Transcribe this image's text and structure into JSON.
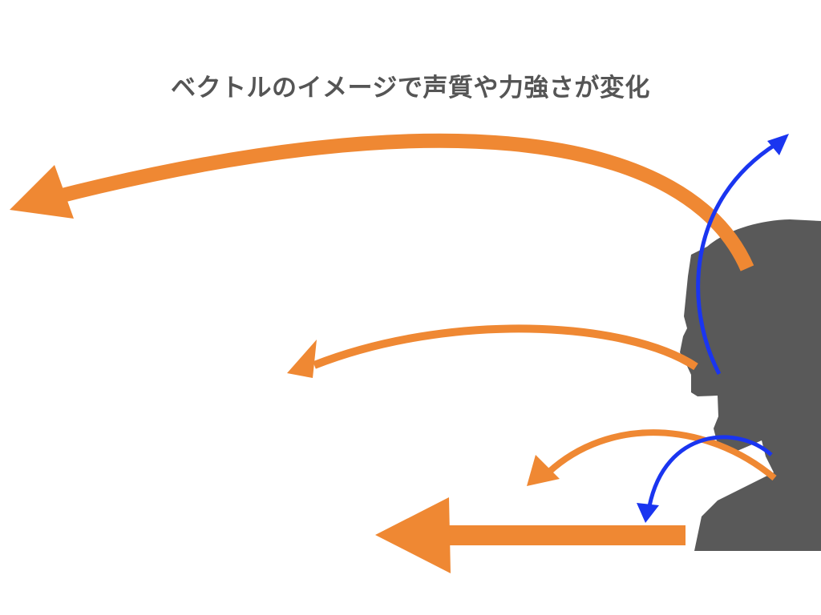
{
  "title": "ベクトルのイメージで声質や力強さが変化",
  "colors": {
    "orange": "#ef8833",
    "blue": "#1a35f0",
    "silhouette": "#595959",
    "title": "#555555"
  },
  "icons": [
    "head-silhouette",
    "orange-arrow",
    "blue-arrow"
  ]
}
